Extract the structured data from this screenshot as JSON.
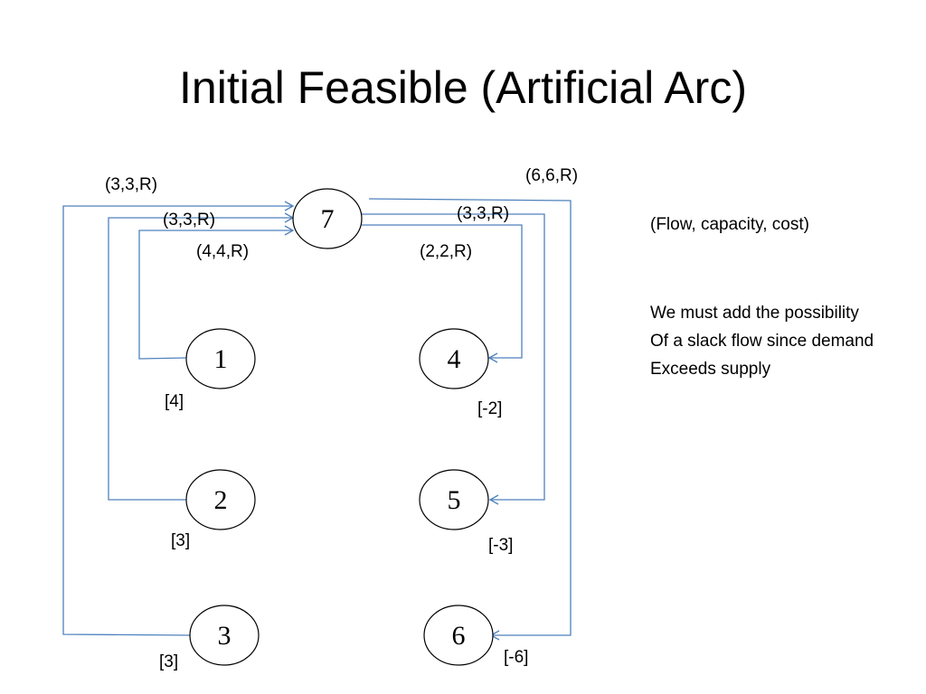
{
  "title": "Initial Feasible (Artificial Arc)",
  "legend": "(Flow, capacity, cost)",
  "note_lines": [
    "We must add the possibility",
    "Of a slack flow since demand",
    "Exceeds supply"
  ],
  "nodes": [
    {
      "id": "7",
      "label": "7"
    },
    {
      "id": "1",
      "label": "1",
      "value": "[4]"
    },
    {
      "id": "2",
      "label": "2",
      "value": "[3]"
    },
    {
      "id": "3",
      "label": "3",
      "value": "[3]"
    },
    {
      "id": "4",
      "label": "4",
      "value": "[-2]"
    },
    {
      "id": "5",
      "label": "5",
      "value": "[-3]"
    },
    {
      "id": "6",
      "label": "6",
      "value": "[-6]"
    }
  ],
  "arcs": [
    {
      "from": "3",
      "to": "7",
      "label": "(3,3,R)"
    },
    {
      "from": "2",
      "to": "7",
      "label": "(3,3,R)"
    },
    {
      "from": "1",
      "to": "7",
      "label": "(4,4,R)"
    },
    {
      "from": "7",
      "to": "6",
      "label": "(6,6,R)"
    },
    {
      "from": "7",
      "to": "5",
      "label": "(3,3,R)"
    },
    {
      "from": "7",
      "to": "4",
      "label": "(2,2,R)"
    }
  ],
  "colors": {
    "arc": "#4f81bd",
    "node_stroke": "#000000",
    "text": "#000000"
  }
}
